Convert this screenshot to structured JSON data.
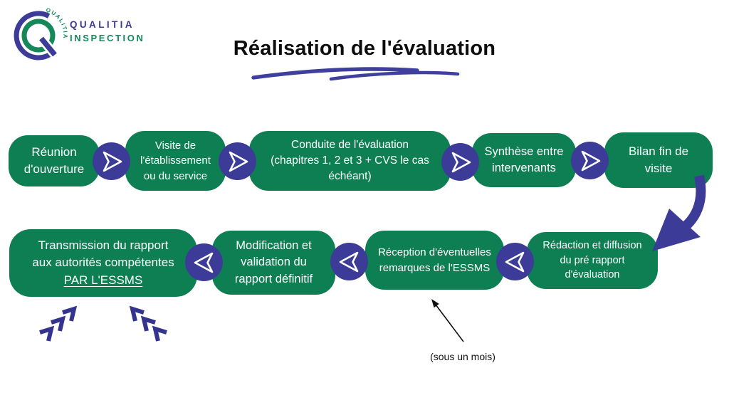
{
  "logo": {
    "name_top": "QUALITIA",
    "name_bottom": "INSPECTION",
    "mark_text": "QUALITIA"
  },
  "title": "Réalisation de l'évaluation",
  "flow": {
    "row1": [
      {
        "label": "Réunion\nd'ouverture"
      },
      {
        "label": "Visite de\nl'établissement\nou du service"
      },
      {
        "label": "Conduite de l'évaluation\n(chapitres 1, 2 et 3 + CVS le cas\néchéant)"
      },
      {
        "label": "Synthèse entre\nintervenants"
      },
      {
        "label": "Bilan fin de\nvisite"
      }
    ],
    "row2": [
      {
        "label": "Rédaction et diffusion\ndu pré rapport\nd'évaluation"
      },
      {
        "label": "Réception d'éventuelles\nremarques de l'ESSMS"
      },
      {
        "label": "Modification et\nvalidation du\nrapport définitif"
      },
      {
        "label": "Transmission du rapport\naux autorités compétentes",
        "label_underlined": "PAR L'ESSMS"
      }
    ]
  },
  "annotation": {
    "text": "(sous un mois)"
  },
  "colors": {
    "box_green": "#0d7f53",
    "connector_purple": "#3c3c98",
    "logo_green": "#15885a",
    "logo_purple": "#3c3c98",
    "title_black": "#0d0d0d",
    "annotation_black": "#111111"
  }
}
